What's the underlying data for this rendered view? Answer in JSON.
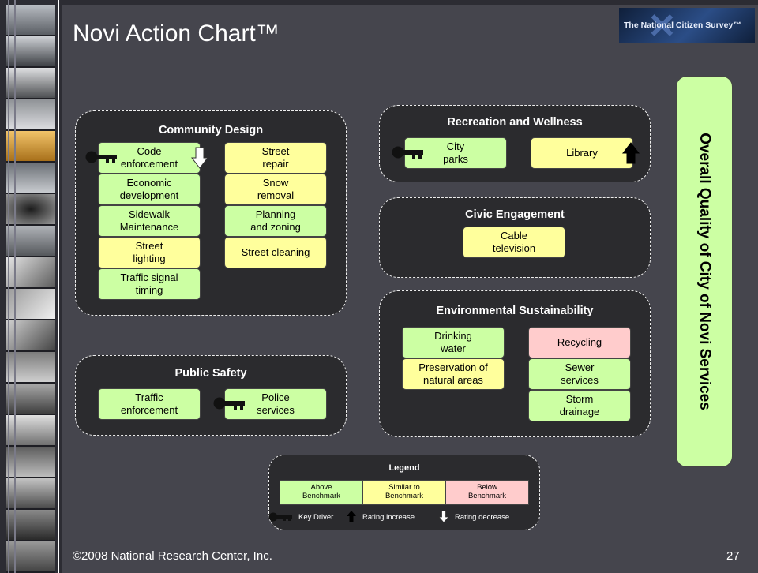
{
  "slide": {
    "title": "Novi Action Chart™",
    "logo_text": "The National Citizen Survey™",
    "footer": "©2008 National Research Center, Inc.",
    "page_number": "27"
  },
  "colors": {
    "above": "#ccffa3",
    "similar": "#ffff9c",
    "below": "#ffcccc",
    "background": "#45454d",
    "panel": "#2b2b2e"
  },
  "community_design": {
    "title": "Community Design",
    "items": [
      {
        "label": "Code\nenforcement",
        "rating": "above",
        "key_driver": true,
        "trend": "decrease"
      },
      {
        "label": "Economic\ndevelopment",
        "rating": "above"
      },
      {
        "label": "Sidewalk\nMaintenance",
        "rating": "above"
      },
      {
        "label": "Street\nlighting",
        "rating": "similar"
      },
      {
        "label": "Traffic signal\ntiming",
        "rating": "above"
      },
      {
        "label": "Street\nrepair",
        "rating": "similar"
      },
      {
        "label": "Snow\nremoval",
        "rating": "similar"
      },
      {
        "label": "Planning\nand zoning",
        "rating": "above"
      },
      {
        "label": "Street cleaning",
        "rating": "similar"
      }
    ]
  },
  "public_safety": {
    "title": "Public Safety",
    "items": [
      {
        "label": "Traffic\nenforcement",
        "rating": "above"
      },
      {
        "label": "Police\nservices",
        "rating": "above",
        "key_driver": true
      }
    ]
  },
  "recreation": {
    "title": "Recreation and Wellness",
    "items": [
      {
        "label": "City\nparks",
        "rating": "above",
        "key_driver": true
      },
      {
        "label": "Library",
        "rating": "similar",
        "trend": "increase"
      }
    ]
  },
  "civic": {
    "title": "Civic Engagement",
    "items": [
      {
        "label": "Cable\ntelevision",
        "rating": "similar"
      }
    ]
  },
  "environment": {
    "title": "Environmental Sustainability",
    "items": [
      {
        "label": "Drinking\nwater",
        "rating": "above"
      },
      {
        "label": "Preservation of\nnatural areas",
        "rating": "similar"
      },
      {
        "label": "Recycling",
        "rating": "below"
      },
      {
        "label": "Sewer\nservices",
        "rating": "above"
      },
      {
        "label": "Storm\ndrainage",
        "rating": "above"
      }
    ]
  },
  "overall": {
    "label": "Overall Quality of City of Novi Services",
    "rating": "above"
  },
  "legend": {
    "title": "Legend",
    "above": "Above\nBenchmark",
    "similar": "Similar to\nBenchmark",
    "below": "Below\nBenchmark",
    "key_driver": "Key Driver",
    "increase": "Rating increase",
    "decrease": "Rating decrease"
  }
}
